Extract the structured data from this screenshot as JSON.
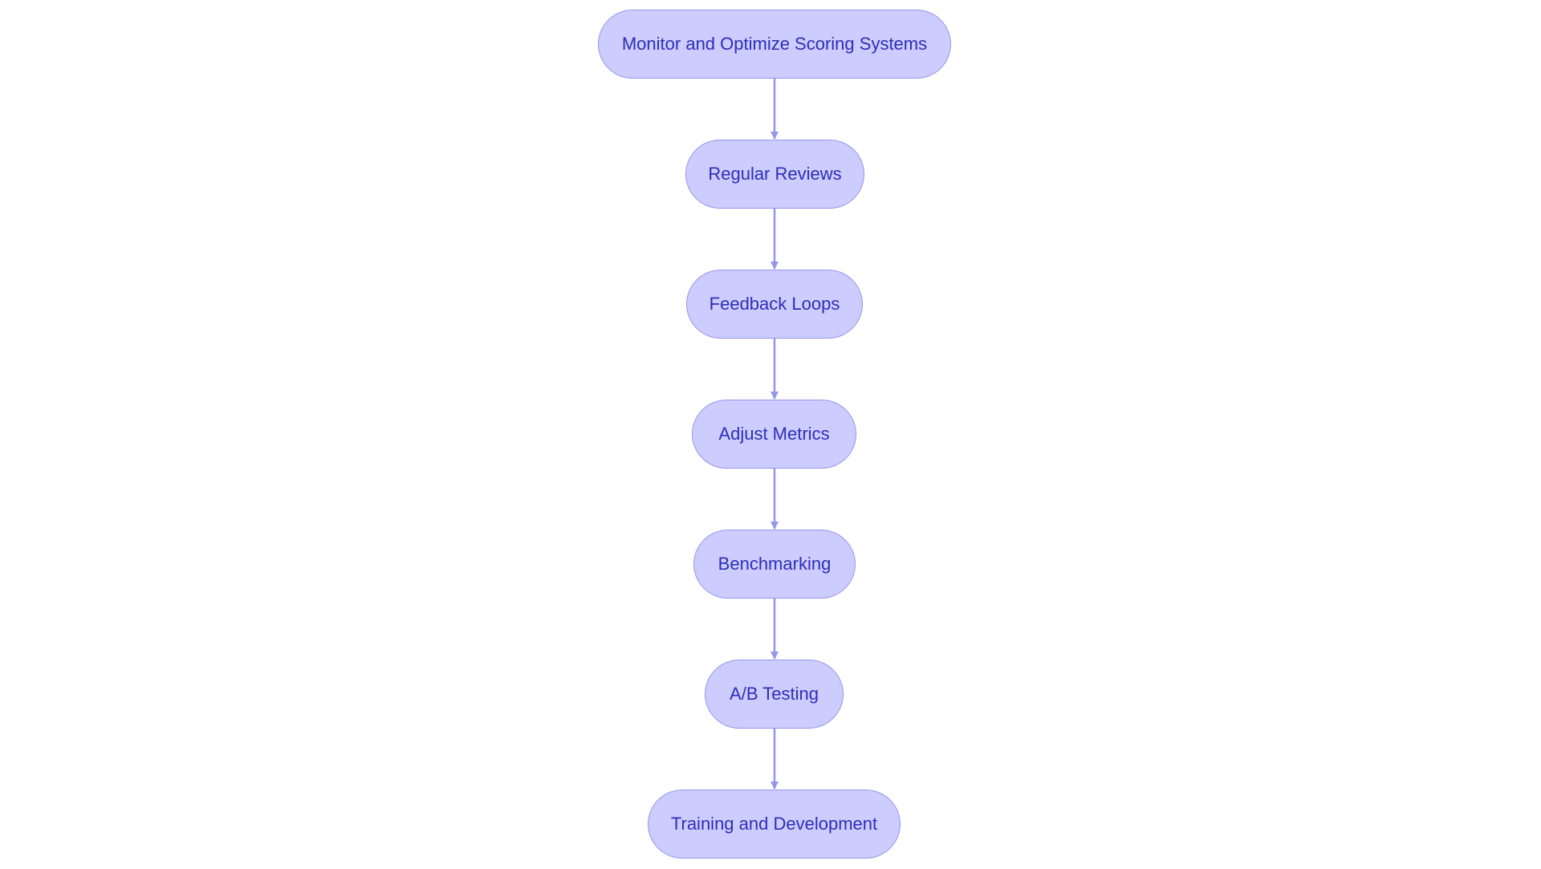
{
  "diagram": {
    "colors": {
      "node_fill": "#ccccff",
      "node_border": "#9596ea",
      "node_text": "#2e2eb8",
      "edge": "#9596ea"
    },
    "nodes": [
      {
        "id": "n0",
        "label": "Monitor and Optimize Scoring Systems"
      },
      {
        "id": "n1",
        "label": "Regular Reviews"
      },
      {
        "id": "n2",
        "label": "Feedback Loops"
      },
      {
        "id": "n3",
        "label": "Adjust Metrics"
      },
      {
        "id": "n4",
        "label": "Benchmarking"
      },
      {
        "id": "n5",
        "label": "A/B Testing"
      },
      {
        "id": "n6",
        "label": "Training and Development"
      }
    ],
    "edges": [
      {
        "from": "n0",
        "to": "n1"
      },
      {
        "from": "n1",
        "to": "n2"
      },
      {
        "from": "n2",
        "to": "n3"
      },
      {
        "from": "n3",
        "to": "n4"
      },
      {
        "from": "n4",
        "to": "n5"
      },
      {
        "from": "n5",
        "to": "n6"
      }
    ]
  }
}
